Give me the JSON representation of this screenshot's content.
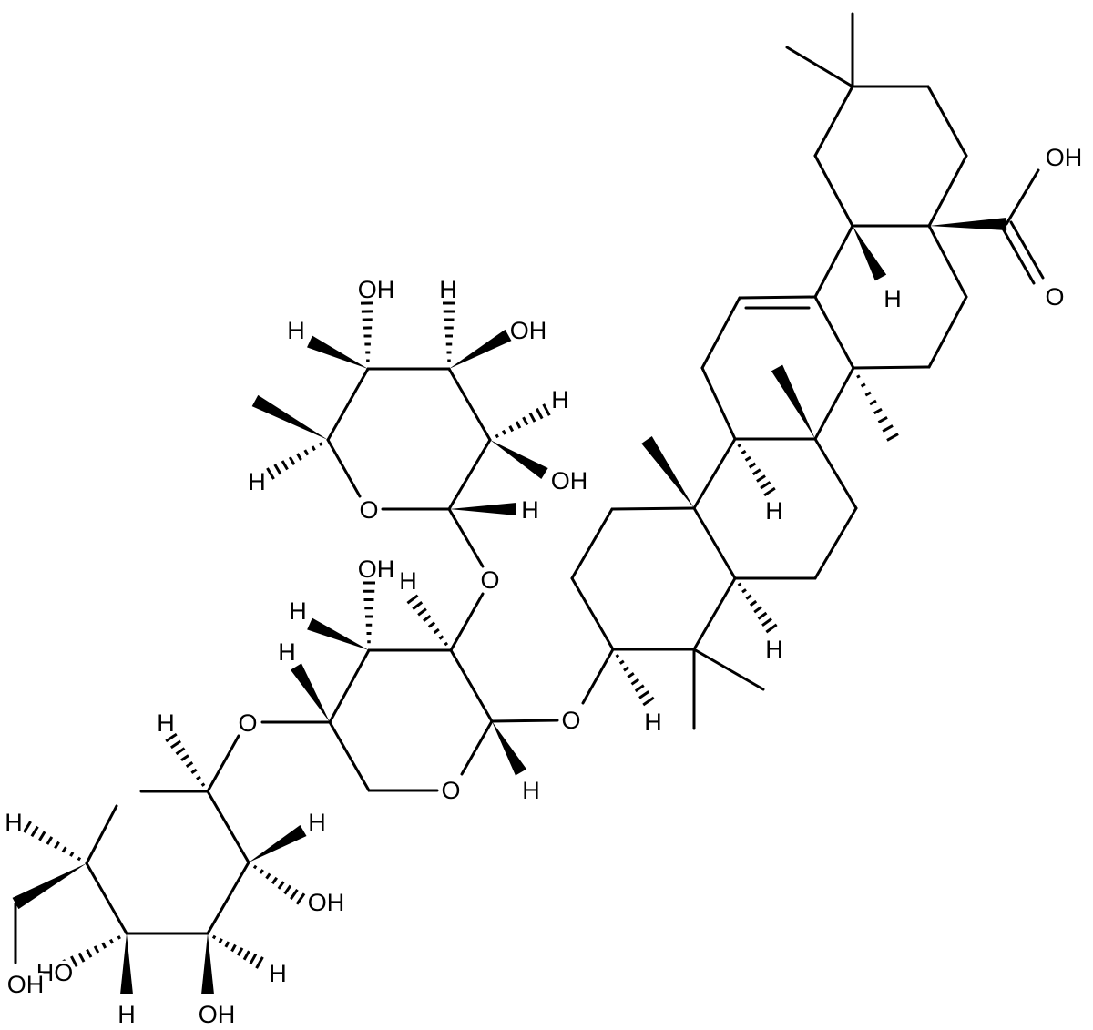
{
  "molecule": {
    "atom_labels": [
      "OH",
      "O",
      "H",
      "H",
      "H",
      "H",
      "H",
      "O",
      "H",
      "O",
      "H",
      "OH",
      "H",
      "H",
      "O",
      "H",
      "H",
      "OH",
      "H",
      "OH",
      "OH",
      "H",
      "O",
      "H",
      "O",
      "H",
      "H",
      "OH",
      "H",
      "OH",
      "H",
      "HO",
      "H",
      "OH"
    ],
    "colors": {
      "bond": "#000000",
      "background": "#ffffff"
    }
  }
}
